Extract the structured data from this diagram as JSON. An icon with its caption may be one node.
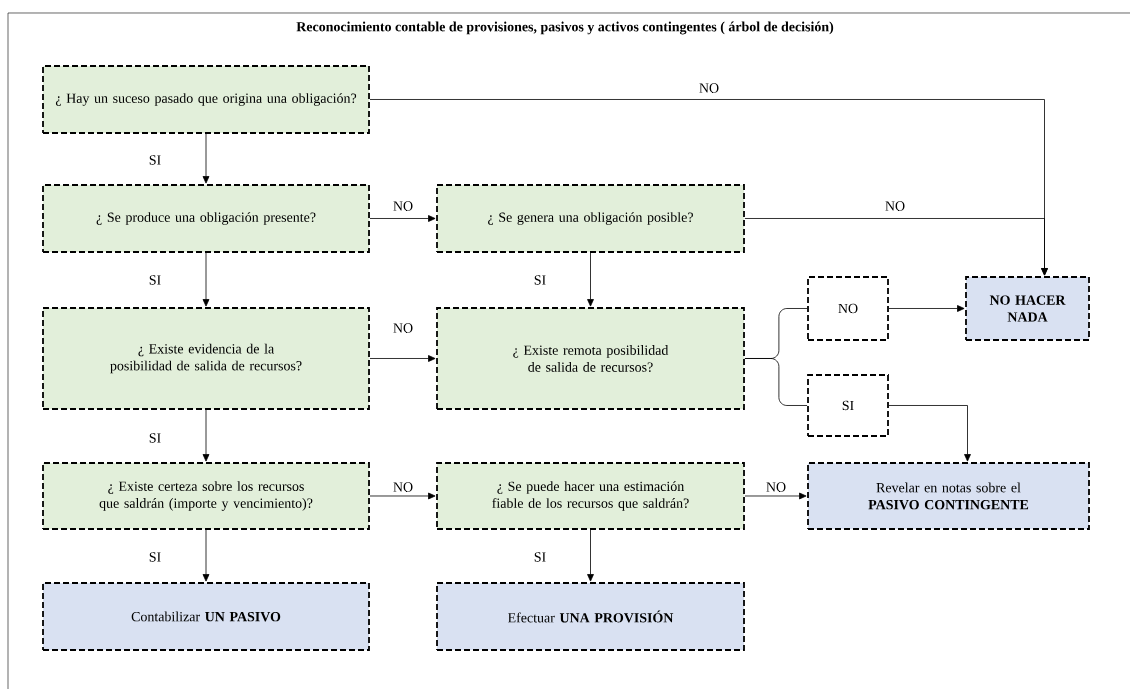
{
  "diagram": {
    "title": "Reconocimiento contable de provisiones, pasivos y activos contingentes ( árbol de decisión)",
    "nodes": [
      {
        "text": [
          "¿ Hay un suceso pasado que origina una obligación?"
        ]
      },
      {
        "text": [
          "¿ Se produce una obligación presente?"
        ]
      },
      {
        "text": [
          "¿ Se genera una obligación posible?"
        ]
      },
      {
        "text": [
          "¿ Existe evidencia de la posibilidad de salida de recursos?"
        ]
      },
      {
        "text": [
          "¿ Existe remota posibilidad de salida de recursos?"
        ]
      },
      {
        "text": [
          "NO"
        ]
      },
      {
        "text": [
          "NO HACER NADA"
        ]
      },
      {
        "text": [
          "SI"
        ]
      },
      {
        "text": [
          "¿ Existe certeza sobre los recursos que saldrán (importe y vencimiento)?"
        ]
      },
      {
        "text": [
          "¿ Se puede hacer una estimación fiable de los recursos que saldrán?"
        ]
      },
      {
        "text": [
          "Revelar en notas sobre el **PASIVO CONTINGENTE**"
        ]
      },
      {
        "text": [
          "Contabilizar **UN PASIVO**"
        ]
      },
      {
        "text": [
          "Efectuar **UNA PROVISIÓN**"
        ]
      }
    ],
    "edges": [
      {
        "from": 0,
        "to": 6,
        "arrow": "to",
        "label": "NO"
      },
      {
        "from": 0,
        "to": 1,
        "arrow": "to",
        "label": "SI"
      },
      {
        "from": 1,
        "to": 2,
        "arrow": "to",
        "label": "NO"
      },
      {
        "from": 2,
        "to": 6,
        "arrow": "to",
        "label": "NO"
      },
      {
        "from": 1,
        "to": 3,
        "arrow": "to",
        "label": "SI"
      },
      {
        "from": 2,
        "to": 4,
        "arrow": "to",
        "label": "SI"
      },
      {
        "from": 3,
        "to": 4,
        "arrow": "to",
        "label": "NO"
      },
      {
        "from": 4,
        "to": 5,
        "arrow": "none"
      },
      {
        "from": 4,
        "to": 7,
        "arrow": "none"
      },
      {
        "from": 5,
        "to": 6,
        "arrow": "to"
      },
      {
        "from": 7,
        "to": 10,
        "arrow": "to"
      },
      {
        "from": 3,
        "to": 8,
        "arrow": "to",
        "label": "SI"
      },
      {
        "from": 8,
        "to": 9,
        "arrow": "to",
        "label": "NO"
      },
      {
        "from": 9,
        "to": 10,
        "arrow": "to",
        "label": "NO"
      },
      {
        "from": 8,
        "to": 11,
        "arrow": "to",
        "label": "SI"
      },
      {
        "from": 9,
        "to": 12,
        "arrow": "to",
        "label": "SI"
      }
    ]
  }
}
